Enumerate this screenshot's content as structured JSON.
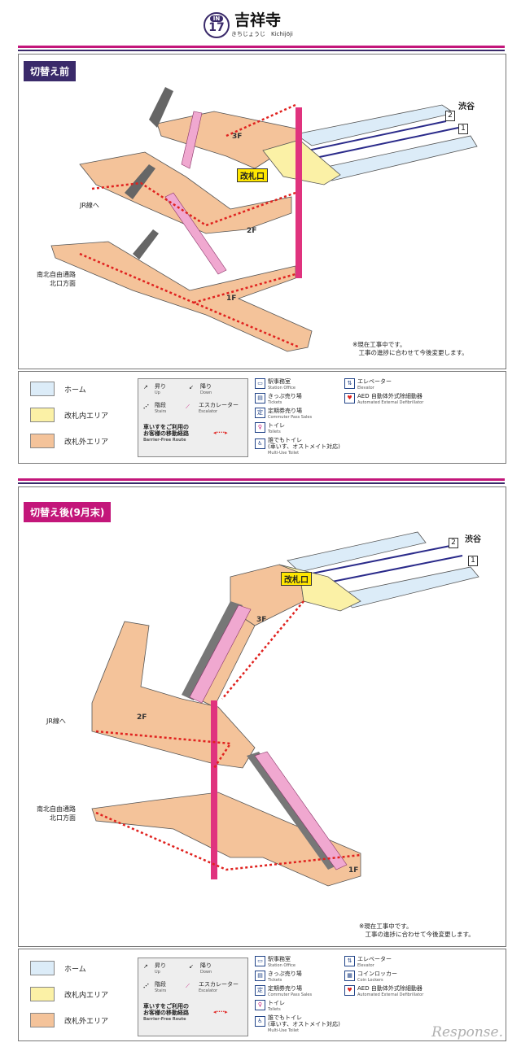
{
  "header": {
    "line_code": "IN",
    "station_number": "17",
    "station_name": "吉祥寺",
    "station_reading": "きちじょうじ　Kichijōji"
  },
  "colors": {
    "line_dark": "#3a2a6a",
    "line_magenta": "#c3167a",
    "platform": "#dcecf8",
    "inside_gate": "#fbf1a6",
    "outside_gate": "#f4c39a",
    "route": "#e0221f",
    "elevator_shaft": "#e0337e"
  },
  "before": {
    "tag": "切替え前",
    "floor_3f": "3F",
    "floor_2f": "2F",
    "floor_1f": "1F",
    "gate": "改札口",
    "jr": "JR線へ",
    "nanboku": "南北自由通路\n北口方面",
    "shibuya": "渋谷",
    "track2": "2",
    "track1": "1",
    "note": "※現在工事中です。\n　工事の進捗に合わせて今後変更します。"
  },
  "after": {
    "tag": "切替え後(9月末)",
    "floor_3f": "3F",
    "floor_2f": "2F",
    "floor_1f": "1F",
    "gate": "改札口",
    "jr": "JR線へ",
    "nanboku": "南北自由通路\n北口方面",
    "shibuya": "渋谷",
    "track2": "2",
    "track1": "1",
    "note": "※現在工事中です。\n　工事の進捗に合わせて今後変更します。"
  },
  "legend1": {
    "home": "ホーム",
    "inside": "改札内エリア",
    "outside": "改札外エリア",
    "up": "昇り",
    "up_en": "Up",
    "down": "降り",
    "down_en": "Down",
    "stairs": "階段",
    "stairs_en": "Stairs",
    "escalator": "エスカレーター",
    "escalator_en": "Escalator",
    "route": "車いすをご利用の\nお客様の移動経路",
    "route_en": "Barrier-Free Route",
    "office": "駅事務室",
    "office_en": "Station Office",
    "tickets": "きっぷ売り場",
    "tickets_en": "Tickets",
    "pass": "定期券売り場",
    "pass_en": "Commuter Pass Sales",
    "toilet": "トイレ",
    "toilet_en": "Toilets",
    "multi": "誰でもトイレ\n(車いす、オストメイト対応)",
    "multi_en": "Multi-Use Toilet",
    "elevator": "エレベーター",
    "elevator_en": "Elevator",
    "aed": "AED 自動体外式除細動器",
    "aed_en": "Automated External Defibrillator"
  },
  "legend2": {
    "home": "ホーム",
    "inside": "改札内エリア",
    "outside": "改札外エリア",
    "up": "昇り",
    "up_en": "Up",
    "down": "降り",
    "down_en": "Down",
    "stairs": "階段",
    "stairs_en": "Stairs",
    "escalator": "エスカレーター",
    "escalator_en": "Escalator",
    "route": "車いすをご利用の\nお客様の移動経路",
    "route_en": "Barrier-Free Route",
    "office": "駅事務室",
    "office_en": "Station Office",
    "tickets": "きっぷ売り場",
    "tickets_en": "Tickets",
    "pass": "定期券売り場",
    "pass_en": "Commuter Pass Sales",
    "toilet": "トイレ",
    "toilet_en": "Toilets",
    "multi": "誰でもトイレ\n(車いす、オストメイト対応)",
    "multi_en": "Multi-Use Toilet",
    "elevator": "エレベーター",
    "elevator_en": "Elevator",
    "coin": "コインロッカー",
    "coin_en": "Coin Lockers",
    "aed": "AED 自動体外式除細動器",
    "aed_en": "Automated External Defibrillator"
  },
  "watermark": "Response."
}
